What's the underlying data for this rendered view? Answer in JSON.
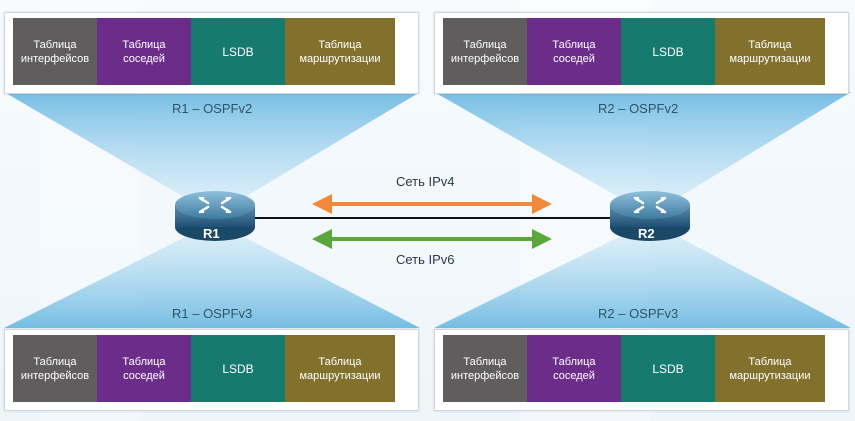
{
  "panels": {
    "r1_v2": {
      "title": "R1 – OSPFv2",
      "interfaces": "Таблица\nинтерфейсов",
      "neighbors": "Таблица\nсоседей",
      "lsdb": "LSDB",
      "routing": "Таблица\nмаршрутизации"
    },
    "r2_v2": {
      "title": "R2 – OSPFv2",
      "interfaces": "Таблица\nинтерфейсов",
      "neighbors": "Таблица\nсоседей",
      "lsdb": "LSDB",
      "routing": "Таблица\nмаршрутизации"
    },
    "r1_v3": {
      "title": "R1 – OSPFv3",
      "interfaces": "Таблица\nинтерфейсов",
      "neighbors": "Таблица\nсоседей",
      "lsdb": "LSDB",
      "routing": "Таблица\nмаршрутизации"
    },
    "r2_v3": {
      "title": "R2 – OSPFv3",
      "interfaces": "Таблица\nинтерфейсов",
      "neighbors": "Таблица\nсоседей",
      "lsdb": "LSDB",
      "routing": "Таблица\nмаршрутизации"
    }
  },
  "routers": {
    "r1": "R1",
    "r2": "R2"
  },
  "networks": {
    "ipv4": "Сеть IPv4",
    "ipv6": "Сеть IPv6"
  },
  "colors": {
    "interfaces": "#605d5e",
    "neighbors": "#6c2d8a",
    "lsdb": "#167a6e",
    "routing": "#82712d",
    "ipv4_arrow": "#f08a3a",
    "ipv6_arrow": "#5aa83c",
    "funnel": "#7fc3e6"
  }
}
